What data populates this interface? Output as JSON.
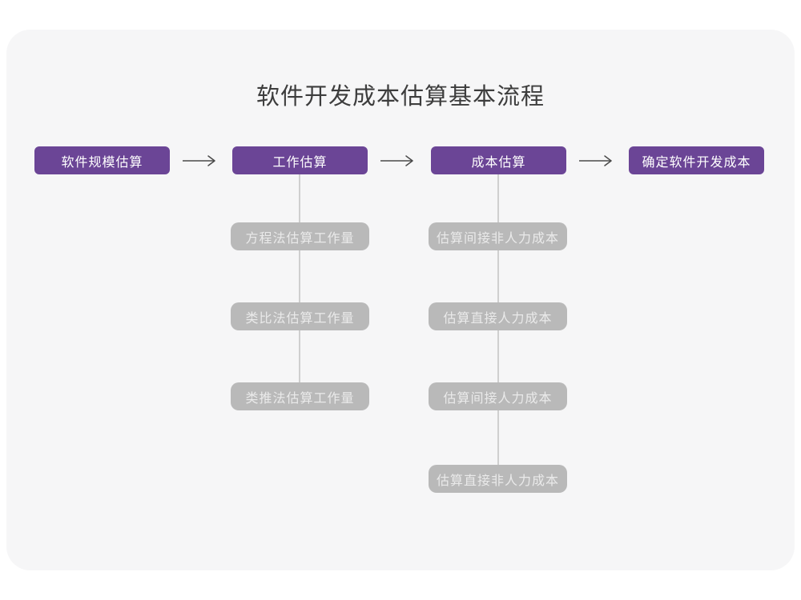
{
  "title": "软件开发成本估算基本流程",
  "colors": {
    "card_background": "#f6f6f7",
    "step_purple": "#6b4596",
    "substep_gray": "#b9b9b9",
    "connector_gray": "#cfcfcf",
    "arrow_dark": "#4a4a4a"
  },
  "flow": {
    "steps": [
      "软件规模估算",
      "工作估算",
      "成本估算",
      "确定软件开发成本"
    ],
    "work_substeps": [
      "方程法估算工作量",
      "类比法估算工作量",
      "类推法估算工作量"
    ],
    "cost_substeps": [
      "估算间接非人力成本",
      "估算直接人力成本",
      "估算间接人力成本",
      "估算直接非人力成本"
    ]
  }
}
